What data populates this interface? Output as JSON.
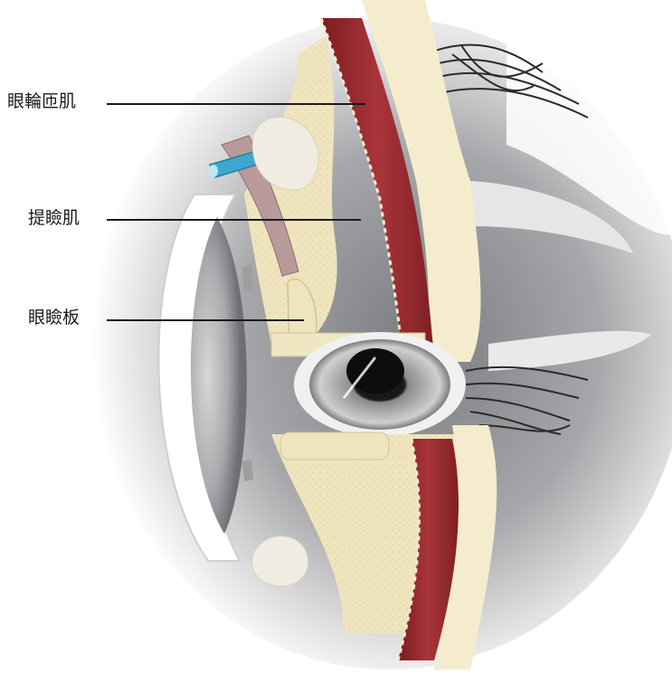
{
  "figure": {
    "labels": [
      {
        "id": "orbicularis",
        "text": "眼輪匝肌",
        "pointer": "orbicularis-muscle-layer"
      },
      {
        "id": "levator",
        "text": "提瞼肌",
        "pointer": "levator-layer"
      },
      {
        "id": "tarsus",
        "text": "眼瞼板",
        "pointer": "tarsal-plate"
      }
    ],
    "colors": {
      "muscle": "#9a2a30",
      "fat": "#efe6c2",
      "skin": "#f4eccd",
      "tendon_blue": "#3fa7cf",
      "eyeball_shadow": "#8f9094"
    }
  }
}
